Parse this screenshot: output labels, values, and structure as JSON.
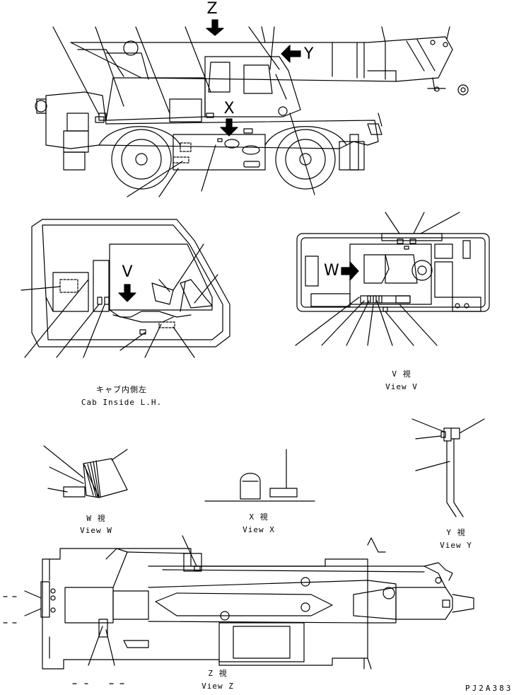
{
  "markers": {
    "z": "Z",
    "y": "Y",
    "x": "X",
    "v": "V",
    "w": "W"
  },
  "views": {
    "cab_jp": "キャブ内側左",
    "cab_en": "Cab Inside L.H.",
    "v_jp": "V 視",
    "v_en": "View V",
    "w_jp": "W 視",
    "w_en": "View W",
    "x_jp": "X 視",
    "x_en": "View X",
    "y_jp": "Y 視",
    "y_en": "View Y",
    "z_jp": "Z 視",
    "z_en": "View Z"
  },
  "code": "PJ2A383"
}
